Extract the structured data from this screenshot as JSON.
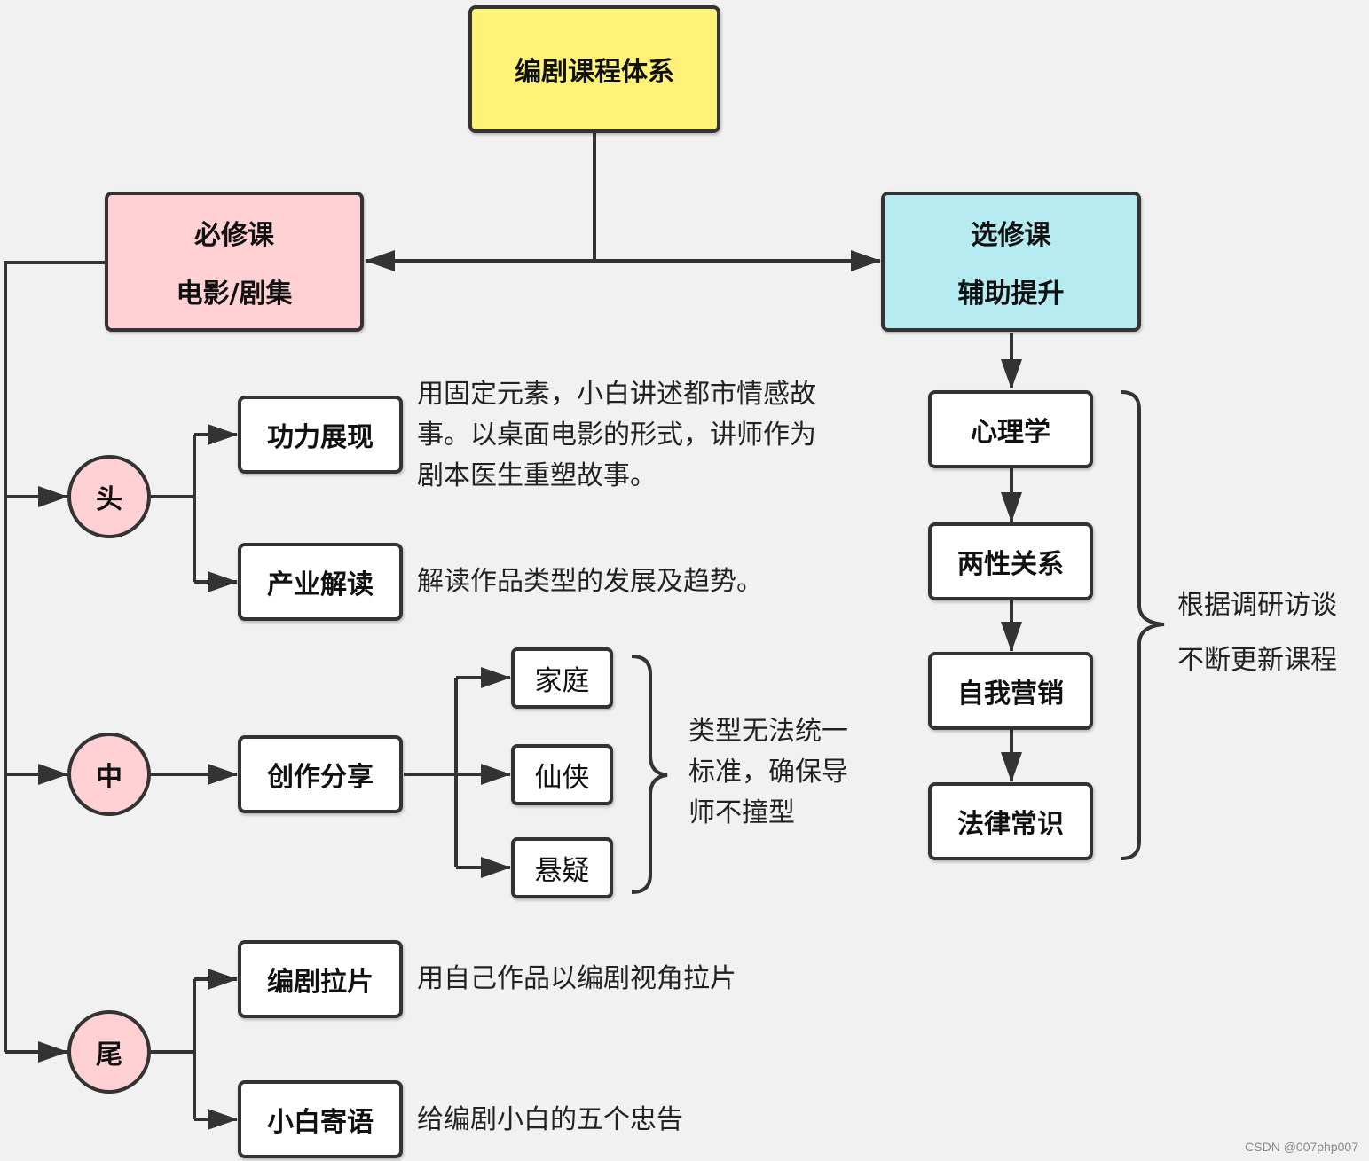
{
  "root": "编剧课程体系",
  "required": {
    "line1": "必修课",
    "line2": "电影/剧集"
  },
  "elective": {
    "line1": "选修课",
    "line2": "辅助提升"
  },
  "sections": {
    "head": {
      "label": "头",
      "items": [
        {
          "label": "功力展现",
          "note": "用固定元素，小白讲述都市情感故\n事。以桌面电影的形式，讲师作为\n剧本医生重塑故事。"
        },
        {
          "label": "产业解读",
          "note": "解读作品类型的发展及趋势。"
        }
      ]
    },
    "middle": {
      "label": "中",
      "item": "创作分享",
      "genres": [
        "家庭",
        "仙侠",
        "悬疑"
      ],
      "genre_note": "类型无法统一\n标准，确保导\n师不撞型"
    },
    "tail": {
      "label": "尾",
      "items": [
        {
          "label": "编剧拉片",
          "note": "用自己作品以编剧视角拉片"
        },
        {
          "label": "小白寄语",
          "note": "给编剧小白的五个忠告"
        }
      ]
    }
  },
  "elective_items": [
    "心理学",
    "两性关系",
    "自我营销",
    "法律常识"
  ],
  "elective_note": "根据调研访谈\n不断更新课程",
  "watermark": "CSDN @007php007",
  "colors": {
    "root_fill": "#fef278",
    "required_fill": "#ffd0d4",
    "elective_fill": "#b5ebf1",
    "stroke": "#333333",
    "background": "#f1f1f1"
  }
}
